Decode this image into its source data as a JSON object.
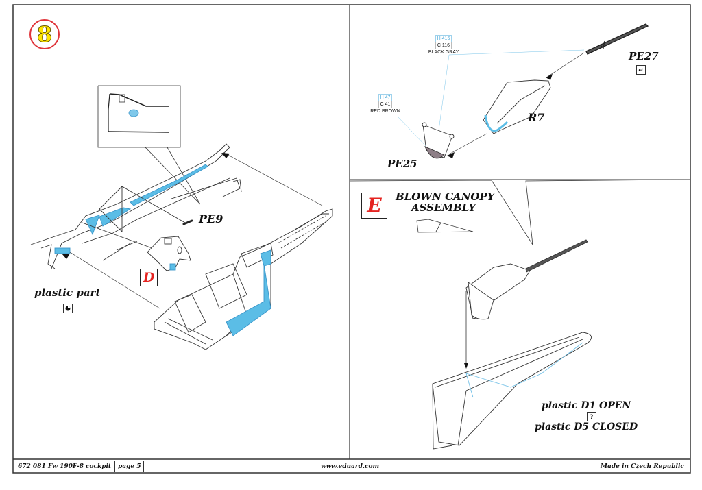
{
  "step": {
    "number": "8"
  },
  "left_panel": {
    "part_labels": {
      "pe9": "PE9"
    },
    "sub_assembly_letter": "D",
    "plastic_part_label": "plastic part",
    "plastic_part_icon": "plastic-part-symbol"
  },
  "top_right_panel": {
    "paint_callouts": [
      {
        "hobby": "H 416",
        "code": "C 116",
        "name": "BLACK GRAY"
      },
      {
        "hobby": "H 47",
        "code": "C 41",
        "name": "RED BROWN"
      }
    ],
    "part_labels": {
      "pe27": "PE27",
      "r7": "R7",
      "pe25": "PE25"
    },
    "pe27_icon": "bend-symbol"
  },
  "bottom_right_panel": {
    "section_letter": "E",
    "title_line1": "BLOWN CANOPY",
    "title_line2": "ASSEMBLY",
    "option_open": "plastic D1  OPEN",
    "option_closed": "plastic D5  CLOSED",
    "option_icon": "?"
  },
  "footer": {
    "kit_info": "672 081  Fw 190F-8 cockpit",
    "page": "page 5",
    "website": "www.eduard.com",
    "origin": "Made in Czech Republic"
  },
  "colors": {
    "accent_blue": "#5bbde6",
    "letter_red": "#e52421",
    "badge_yellow": "#ffe600",
    "badge_ring": "#e0343a",
    "red_brown": "#8e7f87"
  }
}
